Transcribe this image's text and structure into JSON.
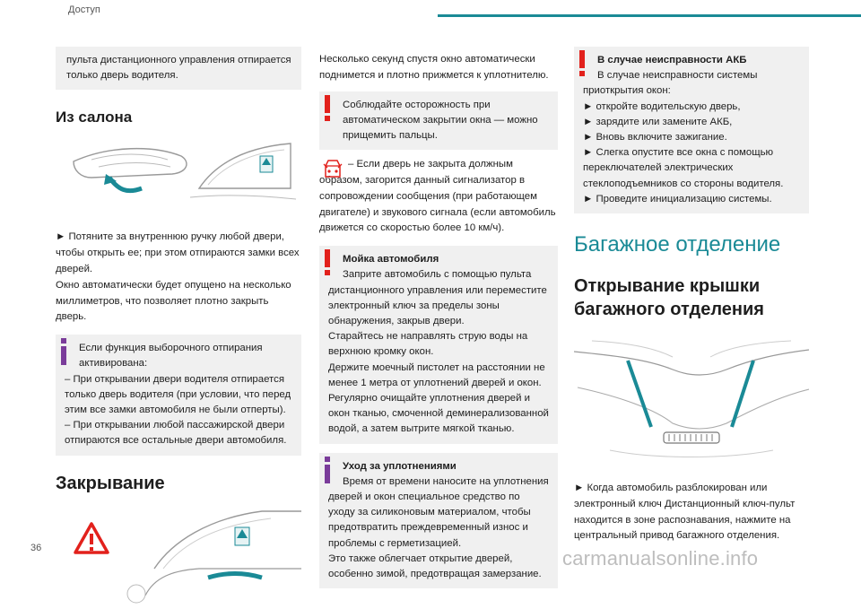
{
  "header": {
    "section": "Доступ"
  },
  "page_number": "36",
  "watermark": "carmanualsonline.info",
  "col1": {
    "box_top": "пульта дистанционного управления отпирается только дверь водителя.",
    "heading_inside": "Из салона",
    "para_inside": "► Потяните за внутреннюю ручку любой двери, чтобы открыть ее; при этом отпираются замки всех дверей.",
    "para_inside2": "Окно автоматически будет опущено на несколько миллиметров, что позволяет плотно закрыть дверь.",
    "info_box": {
      "line1": "Если функция выборочного отпирания активирована:",
      "line2": "– При открывании двери водителя отпирается только дверь водителя (при условии, что перед этим все замки автомобиля не были отперты).",
      "line3": "– При открывании любой пассажирской двери отпираются все остальные двери автомобиля."
    },
    "heading_close": "Закрывание"
  },
  "col2": {
    "para1": "Несколько секунд спустя окно автоматически поднимется и плотно прижмется к уплотнителю.",
    "warn_box": "Соблюдайте осторожность при автоматическом закрытии окна — можно прищемить пальцы.",
    "alarm_text": "– Если дверь не закрыта должным образом, загорится данный сигнализатор в сопровождении сообщения (при работающем двигателе) и звукового сигнала (если автомобиль движется со скоростью более 10 км/ч).",
    "wash_box": {
      "title": "Мойка автомобиля",
      "line1": "Заприте автомобиль с помощью пульта дистанционного управления или переместите электронный ключ за пределы зоны обнаружения, закрыв двери.",
      "line2": "Старайтесь не направлять струю воды на верхнюю кромку окон.",
      "line3": "Держите моечный пистолет на расстоянии не менее 1 метра от уплотнений дверей и окон.",
      "line4": "Регулярно очищайте уплотнения дверей и окон тканью, смоченной деминерализованной водой, а затем вытрите мягкой тканью."
    },
    "seal_box": {
      "title": "Уход за уплотнениями",
      "line1": "Время от времени наносите на уплотнения дверей и окон специальное средство по уходу за силиконовым материалом, чтобы предотвратить преждевременный износ и проблемы с герметизацией.",
      "line2": "Это также облегчает открытие дверей, особенно зимой, предотвращая замерзание."
    }
  },
  "col3": {
    "battery_box": {
      "title": "В случае неисправности АКБ",
      "intro": "В случае неисправности системы приоткрытия окон:",
      "items": [
        "► откройте водительскую дверь,",
        "► зарядите или замените АКБ,",
        "► Вновь включите зажигание.",
        "► Слегка опустите все окна с помощью переключателей электрических стеклоподъемников со стороны водителя.",
        "► Проведите инициализацию системы."
      ]
    },
    "section_title": "Багажное отделение",
    "heading_trunk": "Открывание крышки багажного отделения",
    "para_trunk": "► Когда автомобиль разблокирован или электронный ключ Дистанционный ключ-пульт находится в зоне распознавания, нажмите на центральный привод багажного отделения."
  },
  "colors": {
    "accent": "#1a8a96",
    "warning": "#e2211c",
    "info": "#7a3c9a",
    "box_bg": "#f0f0f0"
  }
}
